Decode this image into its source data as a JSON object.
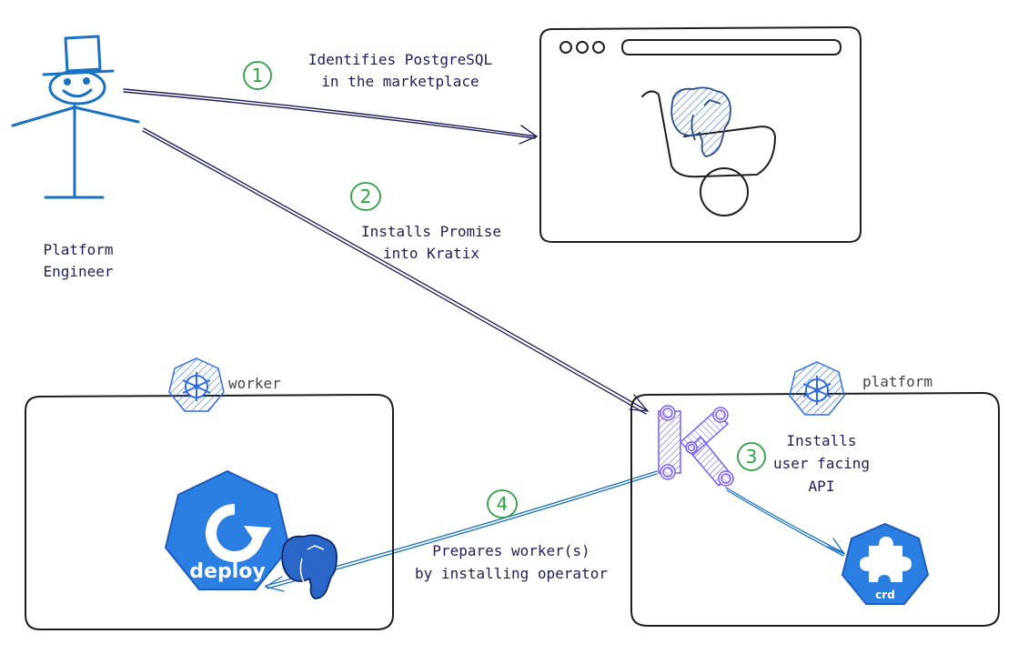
{
  "actor": {
    "label_line1": "Platform",
    "label_line2": "Engineer"
  },
  "steps": [
    {
      "number": "1",
      "line1": "Identifies PostgreSQL",
      "line2": "in the marketplace"
    },
    {
      "number": "2",
      "line1": "Installs Promise",
      "line2": "into Kratix"
    },
    {
      "number": "3",
      "line1": "Installs",
      "line2": "user facing",
      "line3": "API"
    },
    {
      "number": "4",
      "line1": "Prepares worker(s)",
      "line2": "by installing operator"
    }
  ],
  "clusters": {
    "worker": {
      "label": "worker",
      "deploy_label": "deploy"
    },
    "platform": {
      "label": "platform",
      "crd_label": "crd"
    }
  },
  "colors": {
    "ink": "#1e1e5a",
    "actor_blue": "#1971c2",
    "step_green": "#2f9e44",
    "k8s_blue": "#326ce5",
    "kratix_purple": "#7c5cff",
    "postgres_blue": "#336791"
  }
}
